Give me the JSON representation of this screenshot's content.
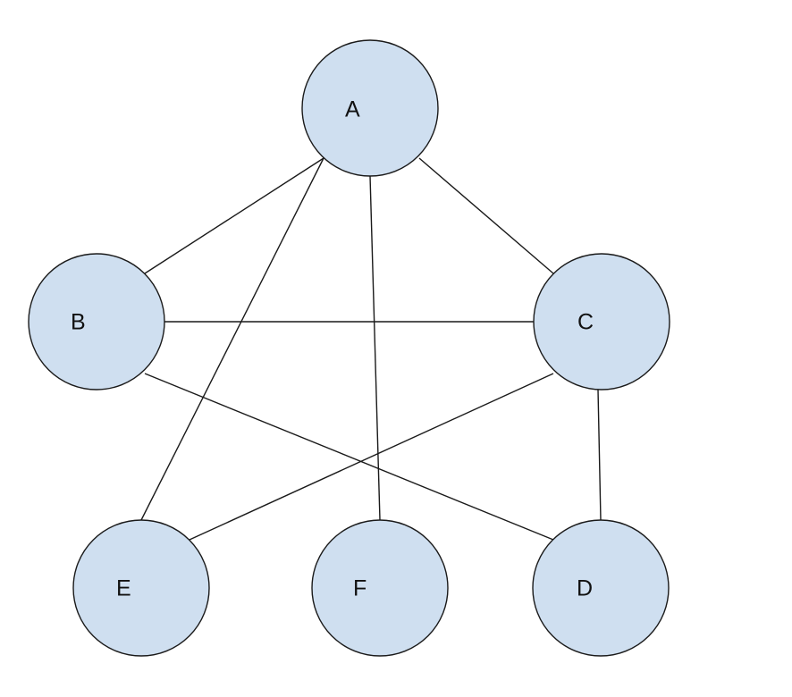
{
  "diagram": {
    "type": "undirected-graph",
    "nodes": [
      {
        "id": "A",
        "label": "A",
        "fill": "#cfdff0"
      },
      {
        "id": "B",
        "label": "B",
        "fill": "#cfdff0"
      },
      {
        "id": "C",
        "label": "C",
        "fill": "#cfdff0"
      },
      {
        "id": "D",
        "label": "D",
        "fill": "#cfdff0"
      },
      {
        "id": "E",
        "label": "E",
        "fill": "#cfdff0"
      },
      {
        "id": "F",
        "label": "F",
        "fill": "#cfdff0"
      }
    ],
    "edges": [
      {
        "from": "A",
        "to": "B"
      },
      {
        "from": "A",
        "to": "C"
      },
      {
        "from": "A",
        "to": "E"
      },
      {
        "from": "A",
        "to": "F"
      },
      {
        "from": "B",
        "to": "C"
      },
      {
        "from": "B",
        "to": "D"
      },
      {
        "from": "C",
        "to": "E"
      },
      {
        "from": "C",
        "to": "D"
      }
    ],
    "colors": {
      "node_fill": "#cfdff0",
      "stroke": "#1a1a1a",
      "label": "#111111",
      "background": "#ffffff"
    }
  }
}
